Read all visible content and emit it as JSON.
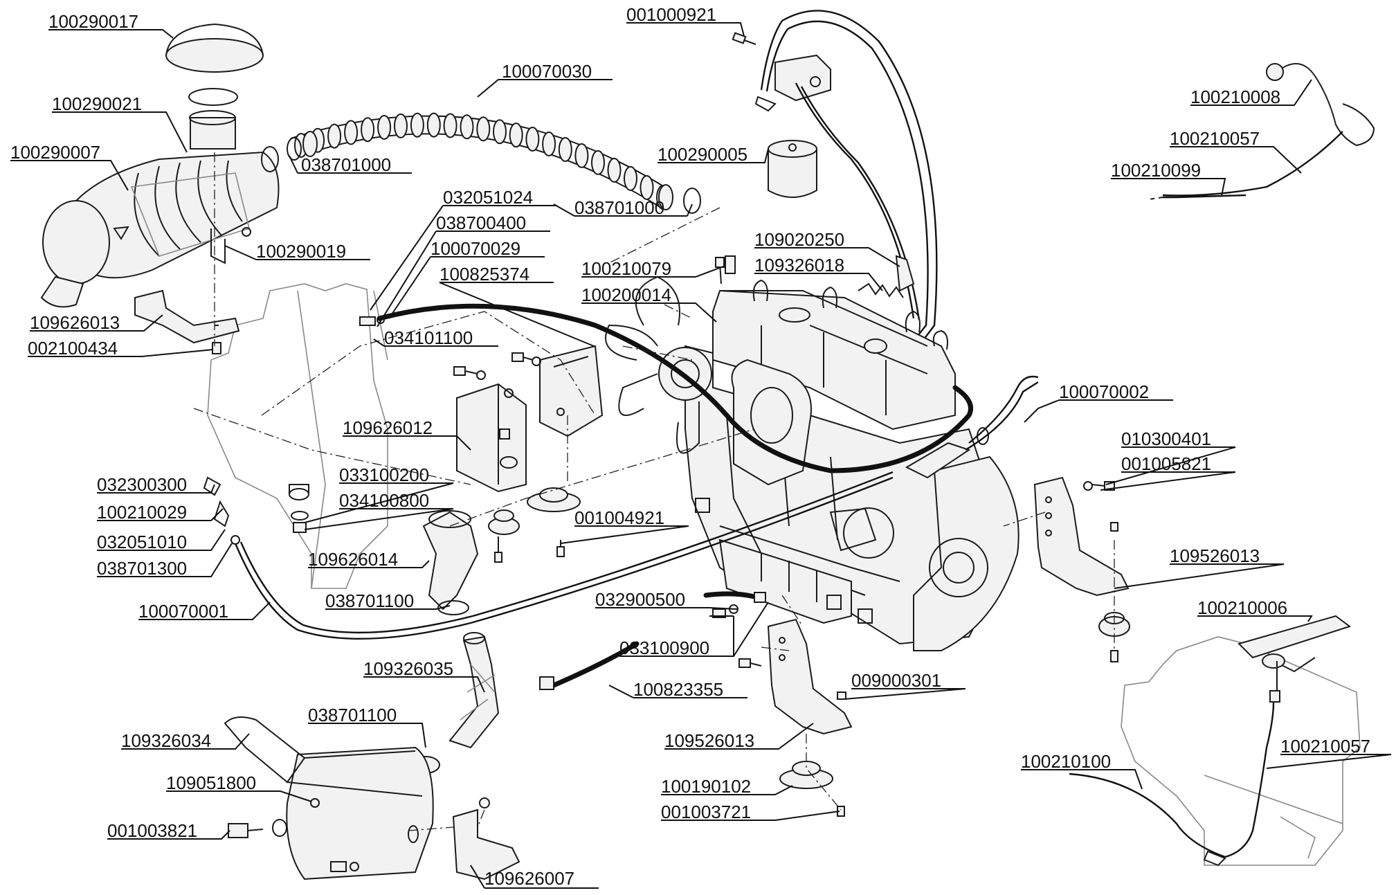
{
  "labels": [
    {
      "id": "100290017",
      "text": "100290017"
    },
    {
      "id": "100290021",
      "text": "100290021"
    },
    {
      "id": "100290007",
      "text": "100290007"
    },
    {
      "id": "100070030",
      "text": "100070030"
    },
    {
      "id": "038701000a",
      "text": "038701000"
    },
    {
      "id": "038701000b",
      "text": "038701000"
    },
    {
      "id": "032051024",
      "text": "032051024"
    },
    {
      "id": "038700400",
      "text": "038700400"
    },
    {
      "id": "100070029",
      "text": "100070029"
    },
    {
      "id": "100825374",
      "text": "100825374"
    },
    {
      "id": "100290019",
      "text": "100290019"
    },
    {
      "id": "109626013",
      "text": "109626013"
    },
    {
      "id": "002100434",
      "text": "002100434"
    },
    {
      "id": "034101100",
      "text": "034101100"
    },
    {
      "id": "001000921",
      "text": "001000921"
    },
    {
      "id": "100290005",
      "text": "100290005"
    },
    {
      "id": "109020250",
      "text": "109020250"
    },
    {
      "id": "109326018",
      "text": "109326018"
    },
    {
      "id": "100210079",
      "text": "100210079"
    },
    {
      "id": "100200014",
      "text": "100200014"
    },
    {
      "id": "100210008",
      "text": "100210008"
    },
    {
      "id": "100210057a",
      "text": "100210057"
    },
    {
      "id": "100210099",
      "text": "100210099"
    },
    {
      "id": "100070002",
      "text": "100070002"
    },
    {
      "id": "010300401",
      "text": "010300401"
    },
    {
      "id": "001005821",
      "text": "001005821"
    },
    {
      "id": "109526013a",
      "text": "109526013"
    },
    {
      "id": "109626012",
      "text": "109626012"
    },
    {
      "id": "033100200",
      "text": "033100200"
    },
    {
      "id": "034100800",
      "text": "034100800"
    },
    {
      "id": "032300300",
      "text": "032300300"
    },
    {
      "id": "100210029",
      "text": "100210029"
    },
    {
      "id": "032051010",
      "text": "032051010"
    },
    {
      "id": "038701300",
      "text": "038701300"
    },
    {
      "id": "109626014",
      "text": "109626014"
    },
    {
      "id": "001004921",
      "text": "001004921"
    },
    {
      "id": "038701100a",
      "text": "038701100"
    },
    {
      "id": "100070001",
      "text": "100070001"
    },
    {
      "id": "032900500",
      "text": "032900500"
    },
    {
      "id": "033100900",
      "text": "033100900"
    },
    {
      "id": "100210006",
      "text": "100210006"
    },
    {
      "id": "109326035",
      "text": "109326035"
    },
    {
      "id": "100823355",
      "text": "100823355"
    },
    {
      "id": "009000301",
      "text": "009000301"
    },
    {
      "id": "038701100b",
      "text": "038701100"
    },
    {
      "id": "109326034",
      "text": "109326034"
    },
    {
      "id": "109526013b",
      "text": "109526013"
    },
    {
      "id": "109051800",
      "text": "109051800"
    },
    {
      "id": "100190102",
      "text": "100190102"
    },
    {
      "id": "001003721",
      "text": "001003721"
    },
    {
      "id": "001003821",
      "text": "001003821"
    },
    {
      "id": "109626007",
      "text": "109626007"
    },
    {
      "id": "100210100",
      "text": "100210100"
    },
    {
      "id": "100210057b",
      "text": "100210057"
    }
  ]
}
